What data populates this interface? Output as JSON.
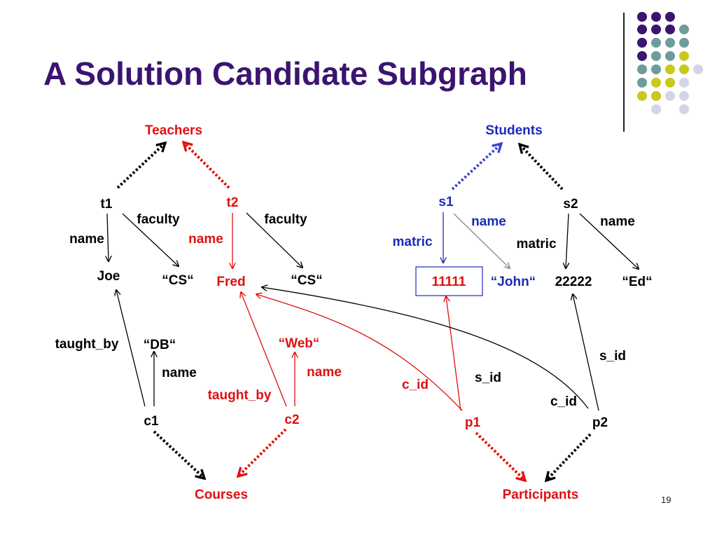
{
  "title": "A Solution Candidate Subgraph",
  "page_number": "19",
  "colors": {
    "title": "#3b1470",
    "red": "#e01010",
    "blue": "#1a2bb8",
    "black": "#000000",
    "gray": "#888888",
    "dot_purple": "#3b1470",
    "dot_teal": "#6e9c9c",
    "dot_yellow": "#c8c81e",
    "dot_lavender": "#d4d4e6"
  },
  "classes": {
    "teachers": "Teachers",
    "students": "Students",
    "courses": "Courses",
    "participants": "Participants"
  },
  "nodes": {
    "t1": "t1",
    "t2": "t2",
    "s1": "s1",
    "s2": "s2",
    "c1": "c1",
    "c2": "c2",
    "p1": "p1",
    "p2": "p2"
  },
  "values": {
    "joe": "Joe",
    "cs1": "“CS“",
    "fred": "Fred",
    "cs2": "“CS“",
    "v11111": "11111",
    "john": "“John“",
    "v22222": "22222",
    "ed": "“Ed“",
    "db": "“DB“",
    "web": "“Web“"
  },
  "edge_labels": {
    "t1_faculty": "faculty",
    "t1_name": "name",
    "t2_faculty": "faculty",
    "t2_name": "name",
    "s1_name": "name",
    "s1_matric": "matric",
    "s2_name": "name",
    "s2_matric": "matric",
    "c1_taught_by": "taught_by",
    "c1_name": "name",
    "c2_taught_by": "taught_by",
    "c2_name": "name",
    "p1_c_id": "c_id",
    "p1_s_id": "s_id",
    "p2_s_id": "s_id",
    "p2_c_id": "c_id"
  }
}
